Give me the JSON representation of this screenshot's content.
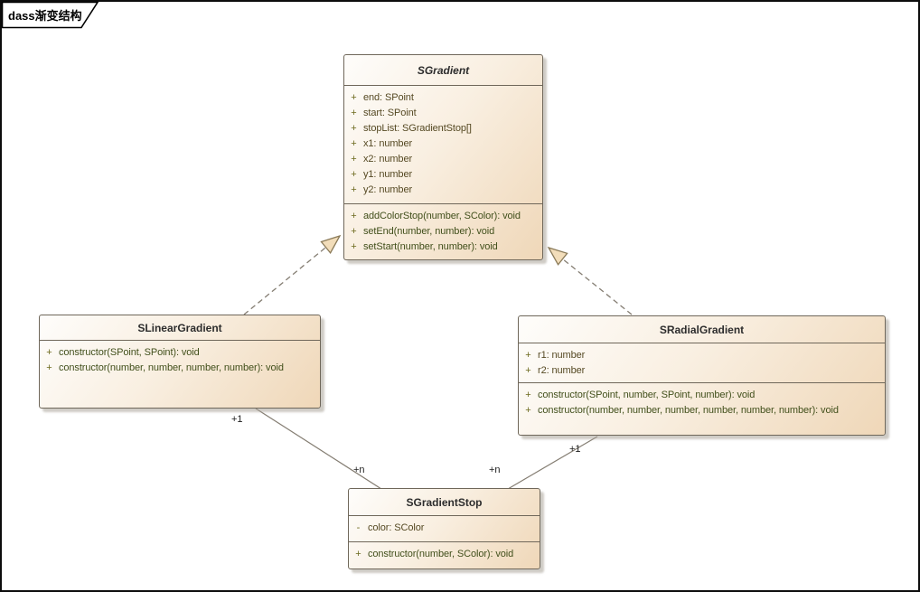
{
  "frame": {
    "label": "dass渐变结构"
  },
  "colors": {
    "box_fill_light": "#fefdfb",
    "box_fill_dark": "#efd7b8",
    "box_border": "#6f675a",
    "attribute_text": "#554923",
    "operation_text": "#42501c",
    "visibility_marker": "#6d6a1e",
    "title_text": "#2d2d2d",
    "connector_line": "#847d72",
    "arrowhead_fill": "#f2ddba",
    "shadow": "#a8a298"
  },
  "classes": [
    {
      "name": "SGradient",
      "abstract": true,
      "attributes": [
        {
          "vis": "+",
          "text": "end: SPoint"
        },
        {
          "vis": "+",
          "text": "start: SPoint"
        },
        {
          "vis": "+",
          "text": "stopList: SGradientStop[]"
        },
        {
          "vis": "+",
          "text": "x1: number"
        },
        {
          "vis": "+",
          "text": "x2: number"
        },
        {
          "vis": "+",
          "text": "y1: number"
        },
        {
          "vis": "+",
          "text": "y2: number"
        }
      ],
      "operations": [
        {
          "vis": "+",
          "text": "addColorStop(number, SColor): void"
        },
        {
          "vis": "+",
          "text": "setEnd(number, number): void"
        },
        {
          "vis": "+",
          "text": "setStart(number, number): void"
        }
      ]
    },
    {
      "name": "SLinearGradient",
      "abstract": false,
      "attributes": [],
      "operations": [
        {
          "vis": "+",
          "text": "constructor(SPoint, SPoint): void"
        },
        {
          "vis": "+",
          "text": "constructor(number, number, number, number): void"
        }
      ]
    },
    {
      "name": "SRadialGradient",
      "abstract": false,
      "attributes": [
        {
          "vis": "+",
          "text": "r1: number"
        },
        {
          "vis": "+",
          "text": "r2: number"
        }
      ],
      "operations": [
        {
          "vis": "+",
          "text": "constructor(SPoint, number, SPoint, number): void"
        },
        {
          "vis": "+",
          "text": "constructor(number, number, number, number, number, number): void"
        }
      ]
    },
    {
      "name": "SGradientStop",
      "abstract": false,
      "attributes": [
        {
          "vis": "-",
          "text": "color: SColor"
        }
      ],
      "operations": [
        {
          "vis": "+",
          "text": "constructor(number, SColor): void"
        }
      ]
    }
  ],
  "relations": {
    "generalizations": [
      {
        "from": "SLinearGradient",
        "to": "SGradient",
        "style": "dashed-triangle"
      },
      {
        "from": "SRadialGradient",
        "to": "SGradient",
        "style": "dashed-triangle"
      }
    ],
    "linear_to_stop": {
      "source_multiplicity": "+1",
      "target_multiplicity": "+n"
    },
    "radial_to_stop": {
      "source_multiplicity": "+1",
      "target_multiplicity": "+n"
    }
  }
}
